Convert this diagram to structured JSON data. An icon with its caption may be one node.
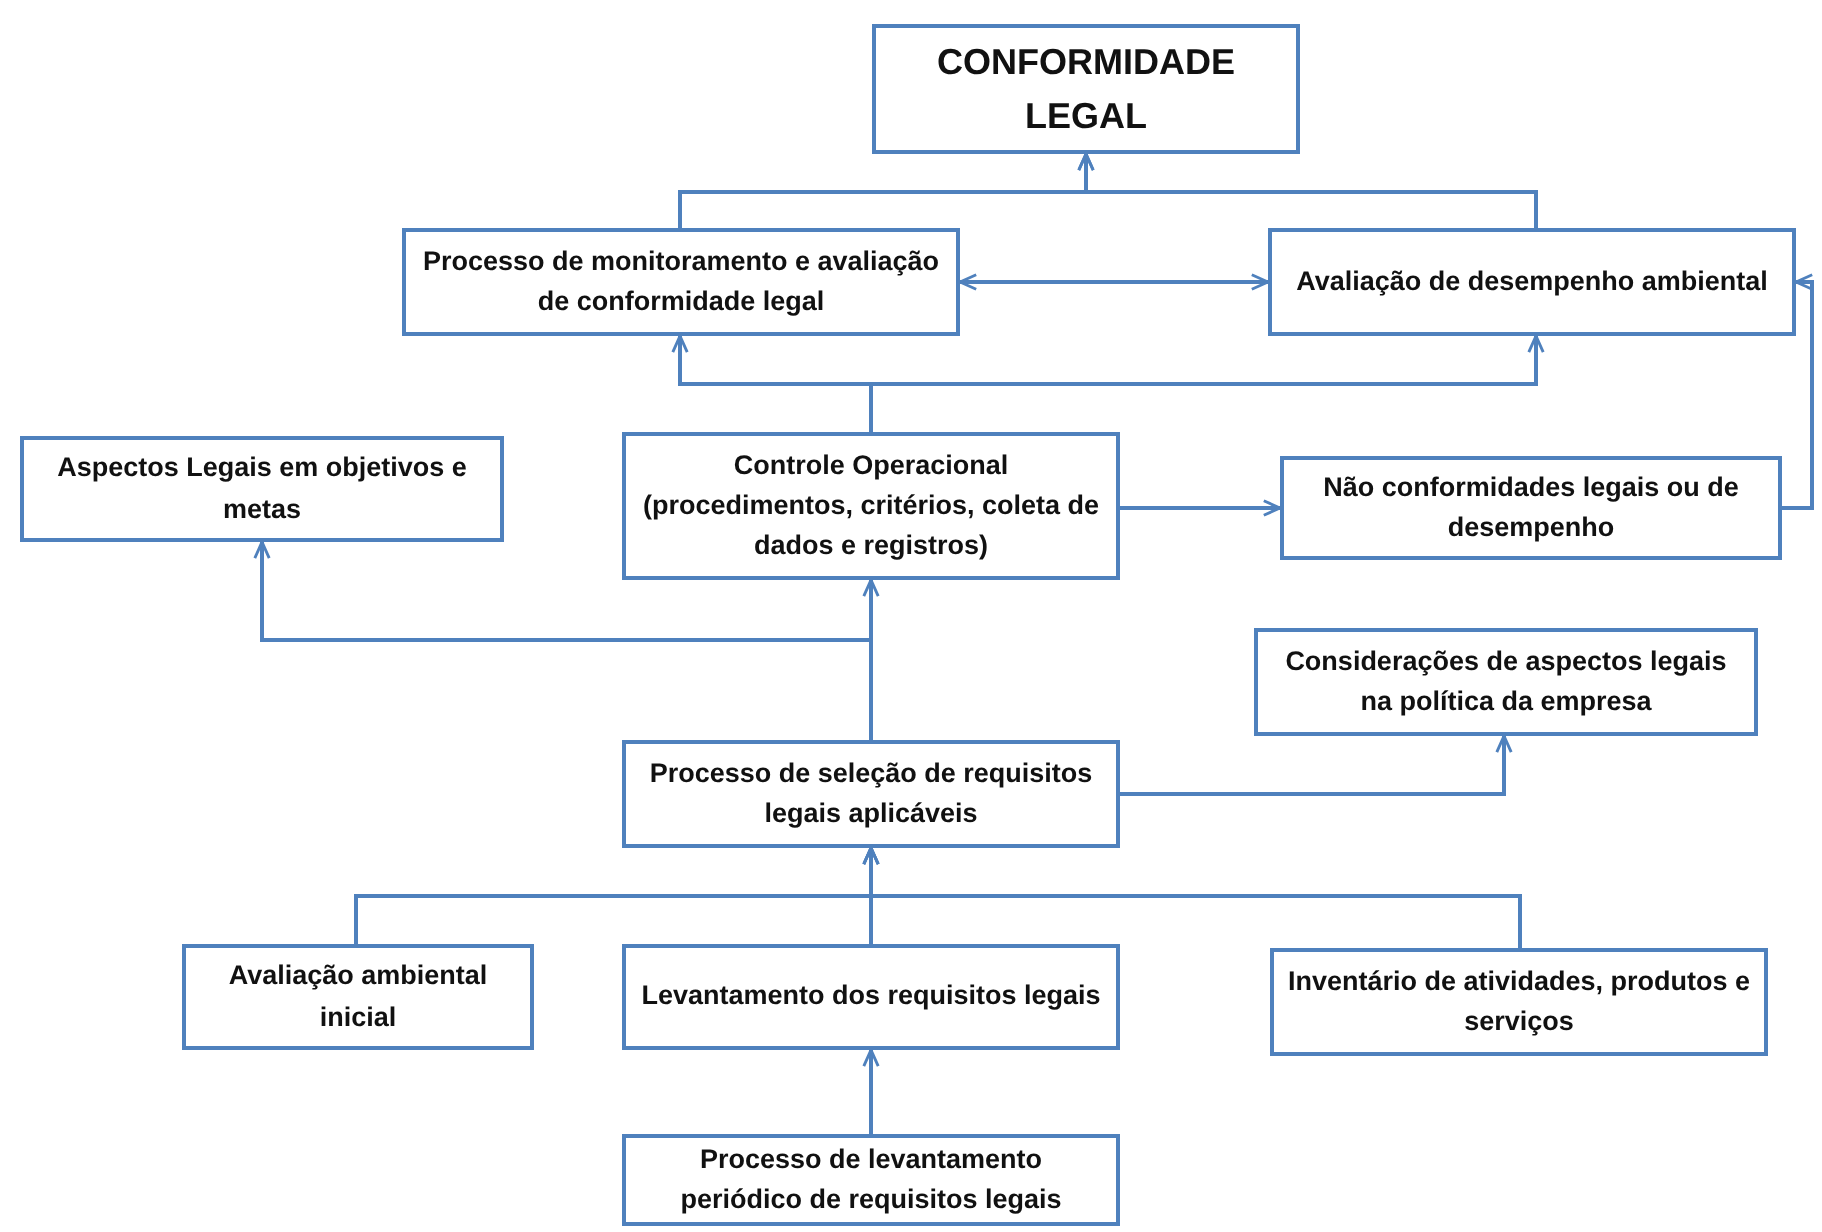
{
  "diagram": {
    "nodes": [
      {
        "text": [
          "CONFORMIDADE LEGAL"
        ]
      },
      {
        "text": [
          "Processo de monitoramento e avaliação de conformidade legal"
        ]
      },
      {
        "text": [
          "Avaliação de desempenho ambiental"
        ]
      },
      {
        "text": [
          "Aspectos Legais em objetivos e metas"
        ]
      },
      {
        "text": [
          "Controle Operacional (procedimentos, critérios, coleta de dados e registros)"
        ]
      },
      {
        "text": [
          "Não conformidades legais ou de desempenho"
        ]
      },
      {
        "text": [
          "Considerações de aspectos legais na política da empresa"
        ]
      },
      {
        "text": [
          "Processo de seleção de requisitos legais aplicáveis"
        ]
      },
      {
        "text": [
          "Avaliação ambiental inicial"
        ]
      },
      {
        "text": [
          "Levantamento dos requisitos legais"
        ]
      },
      {
        "text": [
          "Inventário de atividades, produtos e serviços"
        ]
      },
      {
        "text": [
          "Processo de levantamento periódico de requisitos legais"
        ]
      }
    ],
    "edges": [
      {
        "from": 1,
        "to": 0,
        "arrow": "to"
      },
      {
        "from": 2,
        "to": 0,
        "arrow": "to"
      },
      {
        "from": 1,
        "to": 2,
        "arrow": "both"
      },
      {
        "from": 4,
        "to": 1,
        "arrow": "to"
      },
      {
        "from": 4,
        "to": 2,
        "arrow": "to"
      },
      {
        "from": 7,
        "to": 3,
        "arrow": "to"
      },
      {
        "from": 7,
        "to": 4,
        "arrow": "to"
      },
      {
        "from": 4,
        "to": 5,
        "arrow": "to"
      },
      {
        "from": 5,
        "to": 2,
        "arrow": "to"
      },
      {
        "from": 7,
        "to": 6,
        "arrow": "to"
      },
      {
        "from": 8,
        "to": 7,
        "arrow": "to"
      },
      {
        "from": 9,
        "to": 7,
        "arrow": "to"
      },
      {
        "from": 10,
        "to": 7,
        "arrow": "to"
      },
      {
        "from": 11,
        "to": 9,
        "arrow": "to"
      }
    ]
  }
}
